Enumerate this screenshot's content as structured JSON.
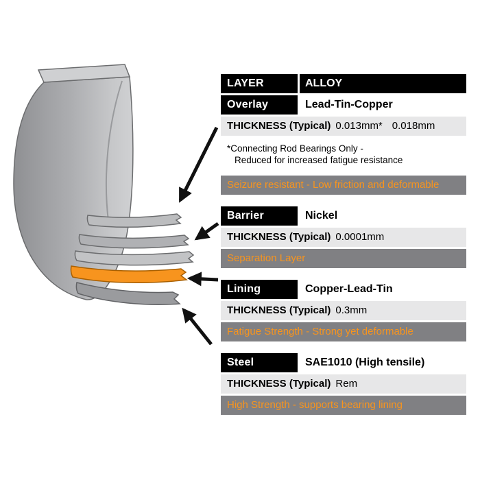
{
  "colors": {
    "accent_orange": "#F7941E",
    "property_bg": "#808083",
    "thickness_bg": "#E7E7E8",
    "header_bg": "#000000",
    "bearing_gray": "#A9AAAC",
    "lining_orange": "#F7941E"
  },
  "header": {
    "layer": "LAYER",
    "alloy": "ALLOY"
  },
  "sections": [
    {
      "layer": "Overlay",
      "alloy": "Lead-Tin-Copper",
      "thickness_label": "THICKNESS (Typical)",
      "thickness_value": "0.013mm*",
      "thickness_value2": "0.018mm",
      "note_line1": "*Connecting Rod Bearings Only -",
      "note_line2": "Reduced for increased fatigue resistance",
      "property": "Seizure resistant - Low friction and deformable"
    },
    {
      "layer": "Barrier",
      "alloy": "Nickel",
      "thickness_label": "THICKNESS (Typical)",
      "thickness_value": "0.0001mm",
      "property": "Separation Layer"
    },
    {
      "layer": "Lining",
      "alloy": "Copper-Lead-Tin",
      "thickness_label": "THICKNESS (Typical)",
      "thickness_value": "0.3mm",
      "property": "Fatigue Strength - Strong yet deformable"
    },
    {
      "layer": "Steel",
      "alloy": "SAE1010 (High tensile)",
      "thickness_label": "THICKNESS (Typical)",
      "thickness_value": "Rem",
      "property": "High Strength - supports bearing lining"
    }
  ],
  "diagram": {
    "subject": "engine-bearing-half-shell-cutaway",
    "layer_bands": [
      "overlay",
      "barrier",
      "inner-step",
      "lining",
      "steel"
    ]
  }
}
